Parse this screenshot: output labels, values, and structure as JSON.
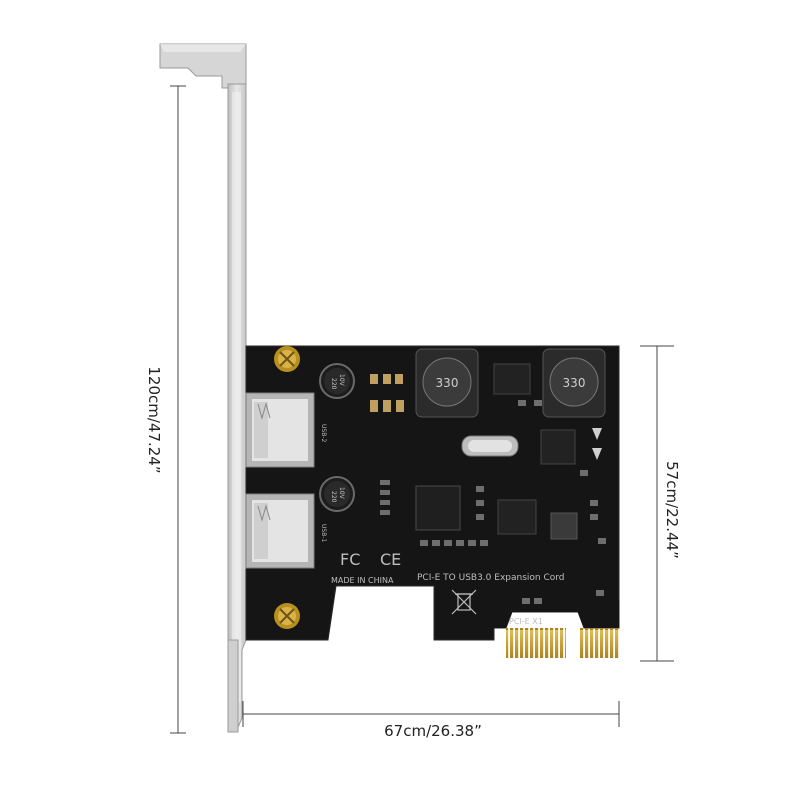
{
  "product": {
    "name_printed": "PCI-E TO USB3.0 Expansion Cord",
    "made_in": "MADE IN CHINA",
    "slot_label": "PCI-E X1",
    "fcc_mark": "FC",
    "ce_mark": "CE",
    "inductor_code": "330",
    "capacitor_top_text": "220",
    "capacitor_rating_text": "10V",
    "port_labels": [
      "USB-2",
      "USB-1"
    ]
  },
  "dimensions": {
    "bracket_height": "120cm/47.24”",
    "card_height": "57cm/22.44”",
    "card_width": "67cm/26.38”"
  },
  "colors": {
    "pcb": "#151515",
    "bracket": "#d9d9d9",
    "gold_contacts": "#c9a23c",
    "silkscreen": "#bdbdbd"
  }
}
